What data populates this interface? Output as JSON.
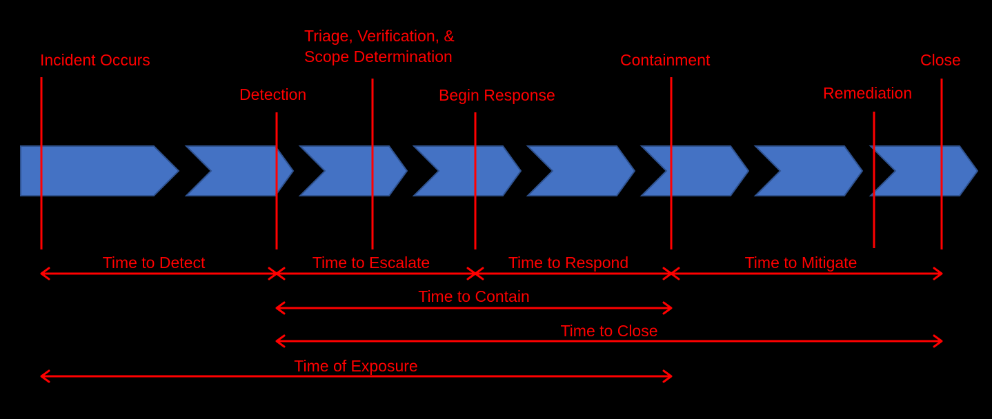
{
  "colors": {
    "background": "#000000",
    "chevron_fill": "#4472c4",
    "chevron_stroke": "#2f528f",
    "accent": "#ff0000"
  },
  "milestones": [
    {
      "id": "incident-occurs",
      "lines": [
        "Incident Occurs"
      ]
    },
    {
      "id": "detection",
      "lines": [
        "Detection"
      ]
    },
    {
      "id": "triage",
      "lines": [
        "Triage, Verification, &",
        "Scope Determination"
      ]
    },
    {
      "id": "begin-response",
      "lines": [
        "Begin Response"
      ]
    },
    {
      "id": "containment",
      "lines": [
        "Containment"
      ]
    },
    {
      "id": "remediation",
      "lines": [
        "Remediation"
      ]
    },
    {
      "id": "close",
      "lines": [
        "Close"
      ]
    }
  ],
  "intervals": [
    {
      "id": "time-to-detect",
      "label": "Time to Detect",
      "from": "incident-occurs",
      "to": "detection"
    },
    {
      "id": "time-to-escalate",
      "label": "Time to Escalate",
      "from": "detection",
      "to": "begin-response"
    },
    {
      "id": "time-to-respond",
      "label": "Time to Respond",
      "from": "begin-response",
      "to": "containment"
    },
    {
      "id": "time-to-mitigate",
      "label": "Time to Mitigate",
      "from": "containment",
      "to": "close"
    },
    {
      "id": "time-to-contain",
      "label": "Time to Contain",
      "from": "detection",
      "to": "containment"
    },
    {
      "id": "time-to-close",
      "label": "Time to Close",
      "from": "detection",
      "to": "close"
    },
    {
      "id": "time-of-exposure",
      "label": "Time of Exposure",
      "from": "incident-occurs",
      "to": "containment"
    }
  ]
}
